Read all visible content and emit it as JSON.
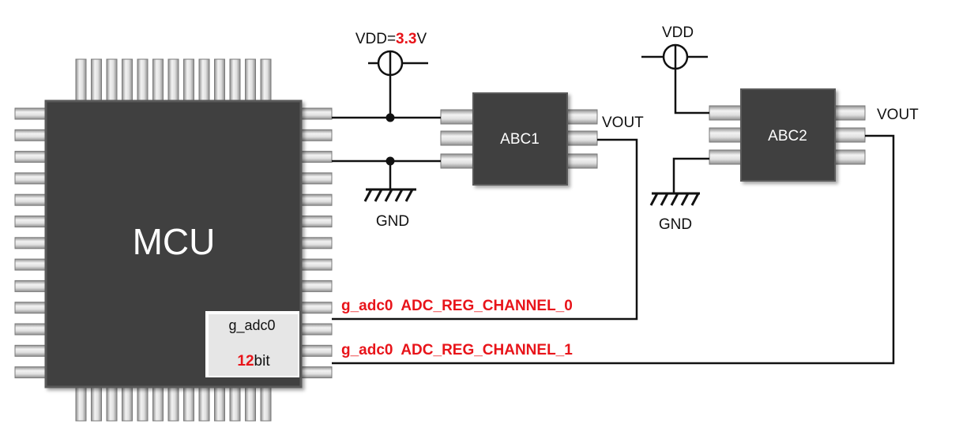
{
  "colors": {
    "chip_body": "#404040",
    "chip_border": "#5a5a5a",
    "pin_light": "#e6e6e6",
    "pin_dark": "#9a9a9a",
    "wire": "#111111",
    "highlight": "#e8141a",
    "adc_box": "#e6e6e6"
  },
  "mcu": {
    "label": "MCU",
    "adc_box": {
      "title": "g_adc0",
      "bits_value": "12",
      "bits_unit": "bit"
    }
  },
  "power": {
    "vdd1": {
      "prefix": "VDD=",
      "value": "3.3",
      "unit": "V"
    },
    "vdd2": {
      "label": "VDD"
    },
    "gnd1": {
      "label": "GND"
    },
    "gnd2": {
      "label": "GND"
    }
  },
  "sensors": [
    {
      "label": "ABC1",
      "vout": "VOUT"
    },
    {
      "label": "ABC2",
      "vout": "VOUT"
    }
  ],
  "channels": [
    {
      "label": "g_adc0  ADC_REG_CHANNEL_0"
    },
    {
      "label": "g_adc0  ADC_REG_CHANNEL_1"
    }
  ]
}
